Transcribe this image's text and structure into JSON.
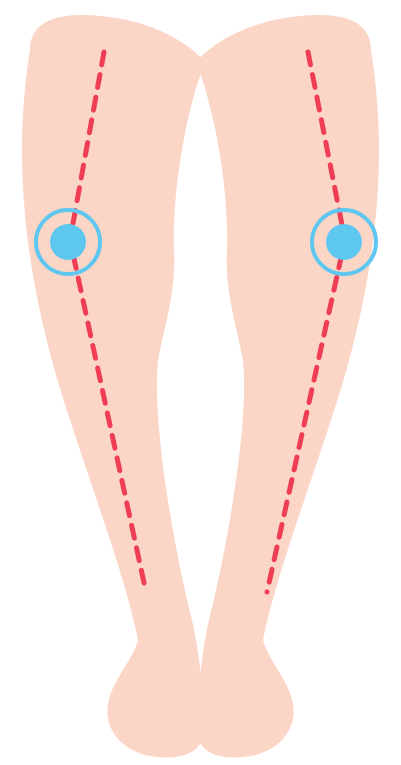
{
  "illustration": {
    "subject": "bow-legs-diagram",
    "colors": {
      "background": "#ffffff",
      "skin": "#fbd5c6",
      "axis_line": "#ef3d55",
      "knee_marker": "#5ec7ef"
    },
    "legs": [
      {
        "side": "left",
        "knee_marker": "knee-marker-left"
      },
      {
        "side": "right",
        "knee_marker": "knee-marker-right"
      }
    ]
  }
}
